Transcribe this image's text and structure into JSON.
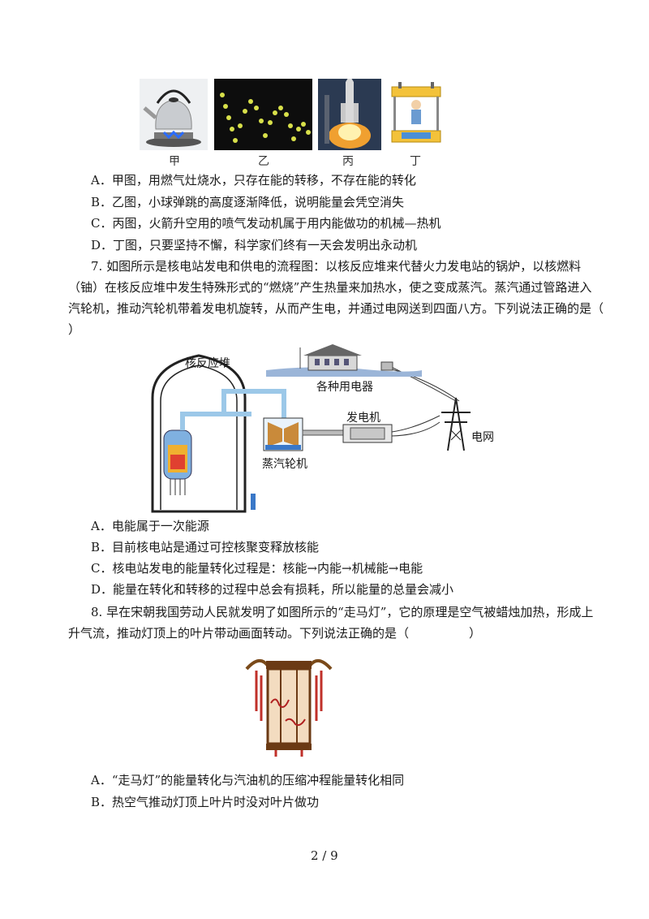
{
  "figure1": {
    "labels": [
      "甲",
      "乙",
      "丙",
      "丁"
    ]
  },
  "q6_options": [
    "A．甲图，用燃气灶烧水，只存在能的转移，不存在能的转化",
    "B．乙图，小球弹跳的高度逐渐降低，说明能量会凭空消失",
    "C．丙图，火箭升空用的喷气发动机属于用内能做功的机械—热机",
    "D．丁图，只要坚持不懈，科学家们终有一天会发明出永动机"
  ],
  "q7": {
    "stem_lines": [
      "7. 如图所示是核电站发电和供电的流程图：以核反应堆来代替火力发电站的锅炉，以核燃料",
      "（铀）在核反应堆中发生特殊形式的“燃烧”产生热量来加热水，使之变成蒸汽。蒸汽通过管路进入",
      "汽轮机，推动汽轮机带着发电机旋转，从而产生电，并通过电网送到四面八方。下列说法正确的是（",
      "）"
    ],
    "diagram_labels": {
      "reactor": "核反应堆",
      "appliances": "各种用电器",
      "generator": "发电机",
      "turbine": "蒸汽轮机",
      "grid": "电网"
    },
    "options": [
      "A．电能属于一次能源",
      "B．目前核电站是通过可控核聚变释放核能",
      "C．核电站发电的能量转化过程是：核能→内能→机械能→电能",
      "D．能量在转化和转移的过程中总会有损耗，所以能量的总量会减小"
    ]
  },
  "q8": {
    "stem_lines": [
      "8. 早在宋朝我国劳动人民就发明了如图所示的“走马灯”，它的原理是空气被蜡烛加热，形成上",
      "升气流，推动灯顶上的叶片带动画面转动。下列说法正确的是（",
      "）"
    ],
    "options": [
      "A．“走马灯”的能量转化与汽油机的压缩冲程能量转化相同",
      "B．热空气推动灯顶上叶片时没对叶片做功"
    ]
  },
  "page_number": "2 / 9"
}
